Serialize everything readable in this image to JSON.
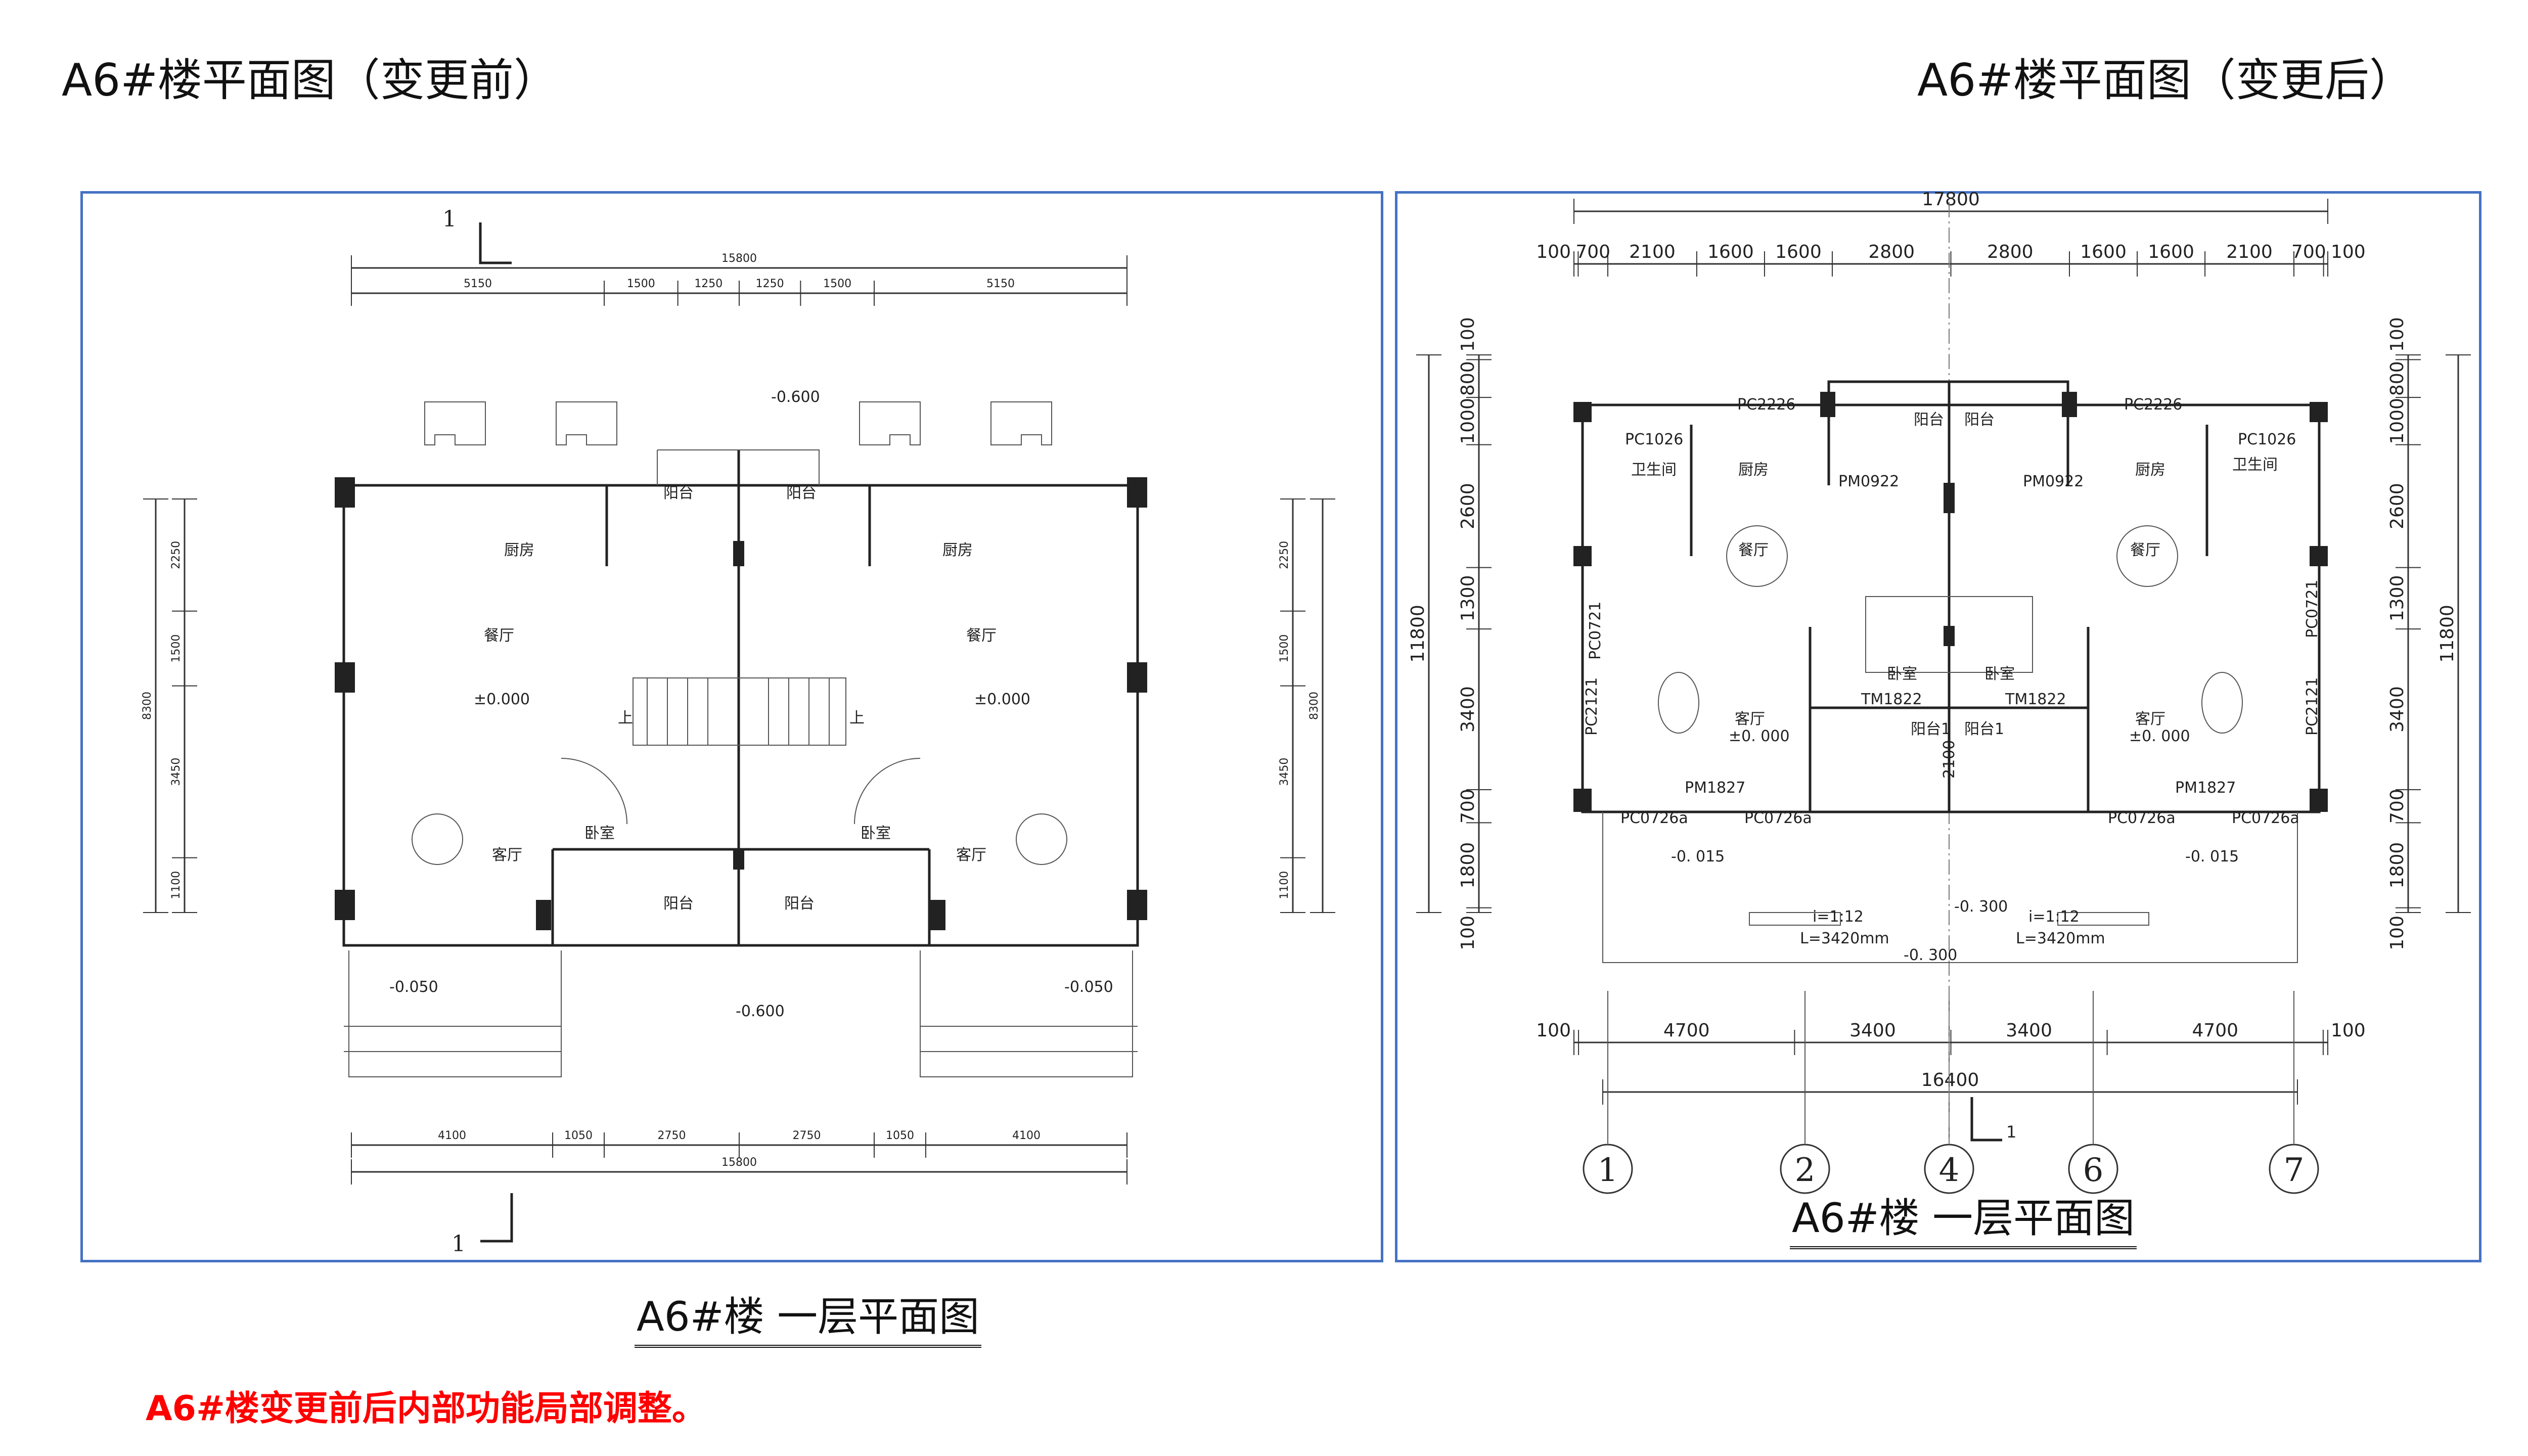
{
  "slide": {
    "title_before": "A6#楼平面图（变更前）",
    "title_after": "A6#楼平面图（变更后）",
    "note": "A6#楼变更前后内部功能局部调整。",
    "frame_color": "#4472C4",
    "note_color": "#FF0000"
  },
  "before": {
    "caption": "A6#楼 一层平面图",
    "section_mark": "1",
    "dims_top_total": [
      "15800"
    ],
    "dims_top": [
      "5150",
      "1500",
      "1250",
      "1250",
      "1500",
      "5150"
    ],
    "dims_bottom": [
      "4100",
      "1050",
      "2750",
      "2750",
      "1050",
      "4100"
    ],
    "dims_bottom_total": [
      "15800"
    ],
    "dims_side": [
      "2250",
      "1500",
      "3450",
      "1100"
    ],
    "dims_side_total": [
      "8300"
    ],
    "labels": {
      "level_top": "-0.600",
      "level_bottom": "-0.600",
      "balcony": "阳台",
      "kitchen": "厨房",
      "dining": "餐厅",
      "level_zero": "±0.000",
      "bedroom": "卧室",
      "living": "客厅",
      "level_entry": "-0.050",
      "stair_up": "上"
    }
  },
  "after": {
    "caption": "A6#楼  一层平面图",
    "section_mark": "1",
    "dims_top_total": [
      "17800"
    ],
    "dims_top": [
      "100",
      "700",
      "2100",
      "1600",
      "1600",
      "2800",
      "2800",
      "1600",
      "1600",
      "2100",
      "700",
      "100"
    ],
    "dims_bottom": [
      "100",
      "4700",
      "3400",
      "3400",
      "4700",
      "100"
    ],
    "dims_bottom_total": [
      "16400"
    ],
    "dims_side": [
      "100",
      "800",
      "1000",
      "2600",
      "1300",
      "3400",
      "700",
      "1800",
      "100"
    ],
    "dims_side_total": [
      "11800"
    ],
    "axes": [
      "1",
      "2",
      "4",
      "6",
      "7"
    ],
    "labels": {
      "window_pc2226": "PC2226",
      "window_pc1026": "PC1026",
      "bathroom": "卫生间",
      "kitchen": "厨房",
      "door_pm0922": "PM0922",
      "balcony": "阳台",
      "dining": "餐厅",
      "window_pc0721": "PC0721",
      "window_pc2121": "PC2121",
      "bedroom": "卧室",
      "door_tm1822": "TM1822",
      "balcony1": "阳台1",
      "living": "客厅",
      "level_zero": "±0. 000",
      "dim_2100": "2100",
      "door_pm1827": "PM1827",
      "window_pc0726a": "PC0726a",
      "level_entry": "-0. 015",
      "level_ramp": "-0. 300",
      "slope": "i=1:12",
      "ramp_length": "L=3420mm"
    }
  }
}
